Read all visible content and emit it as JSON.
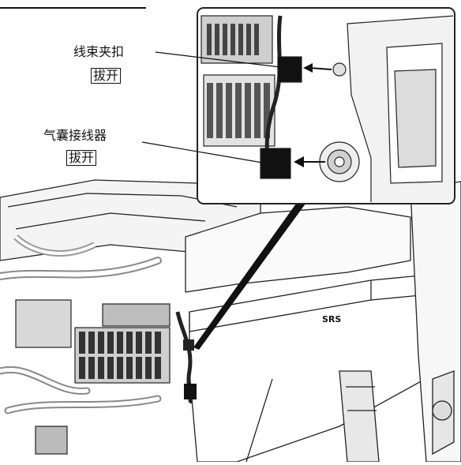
{
  "callouts": [
    {
      "label": "线束夹扣",
      "action": "拔开"
    },
    {
      "label": "气囊接线器",
      "action": "拔开"
    }
  ],
  "panel_marking": "SRS",
  "colors": {
    "line": "#111111",
    "shade": "#d9d9d9",
    "light": "#f2f2f2",
    "dark": "#333333"
  }
}
